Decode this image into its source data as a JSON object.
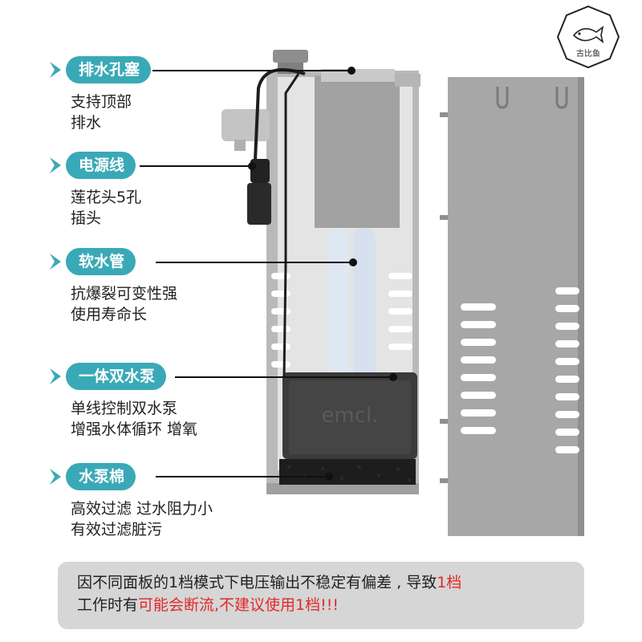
{
  "logo": {
    "text": "古比鱼",
    "icon": "fish-logo-icon"
  },
  "features": [
    {
      "tag": "排水孔塞",
      "lines": [
        "支持顶部",
        "排水"
      ]
    },
    {
      "tag": "电源线",
      "lines": [
        "莲花头5孔",
        "插头"
      ]
    },
    {
      "tag": "软水管",
      "lines": [
        "抗爆裂可变性强",
        "使用寿命长"
      ]
    },
    {
      "tag": "一体双水泵",
      "lines": [
        "单线控制双水泵",
        "增强水体循环 增氧"
      ]
    },
    {
      "tag": "水泵棉",
      "lines": [
        "高效过滤  过水阻力小",
        "有效过滤脏污"
      ]
    }
  ],
  "product": {
    "pump_logo": "emcl."
  },
  "notice": {
    "line1_normal": "因不同面板的1档模式下电压输出不稳定有偏差 , 导致",
    "line1_red": "1档",
    "line2_normal": "工作时有",
    "line2_red": "可能会断流,不建议使用1档!!!"
  },
  "colors": {
    "tag_bg": "#3aa9b7",
    "tag_fish": "#3aa9b7",
    "notice_bg": "#d6d6d6",
    "warning_red": "#e3282b",
    "panel_gray": "#a9a9a9"
  }
}
